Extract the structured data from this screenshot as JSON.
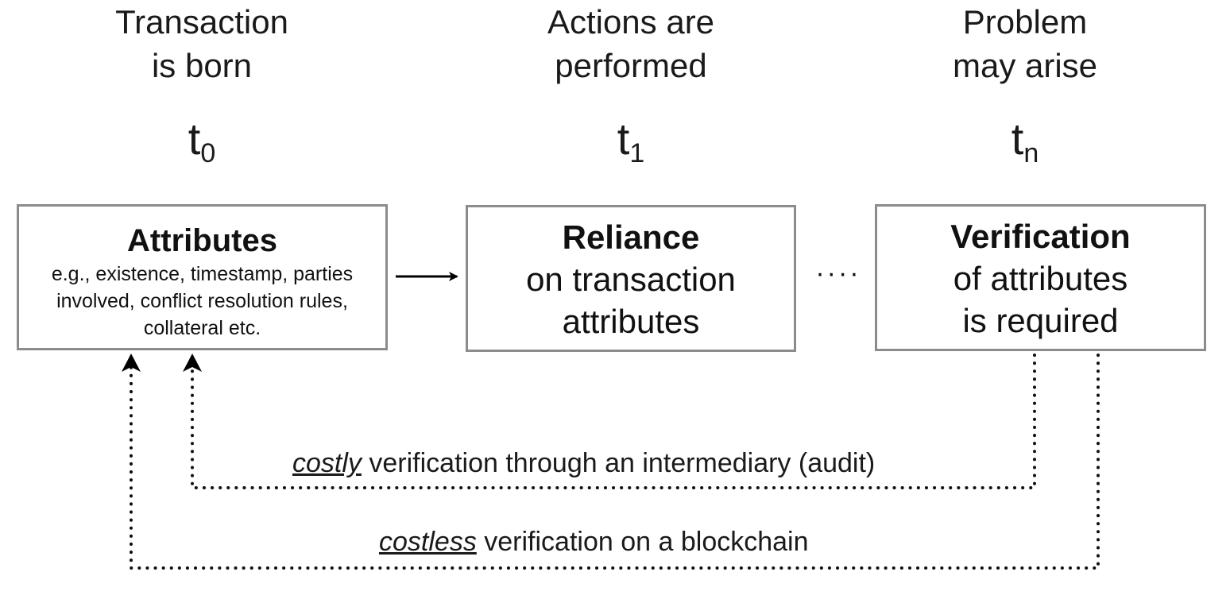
{
  "stages": [
    {
      "heading": [
        "Transaction",
        "is born"
      ],
      "time": {
        "base": "t",
        "sub": "0"
      }
    },
    {
      "heading": [
        "Actions are",
        "performed"
      ],
      "time": {
        "base": "t",
        "sub": "1"
      }
    },
    {
      "heading": [
        "Problem",
        "may arise"
      ],
      "time": {
        "base": "t",
        "sub": "n"
      }
    }
  ],
  "boxes": {
    "attributes": {
      "title": "Attributes",
      "lines": [
        "e.g., existence, timestamp, parties",
        "involved, conflict resolution rules,",
        "collateral etc."
      ]
    },
    "reliance": {
      "title": "Reliance",
      "lines": [
        "on transaction",
        "attributes"
      ]
    },
    "verification": {
      "title": "Verification",
      "lines": [
        "of attributes",
        "is required"
      ]
    }
  },
  "ellipsis": "····",
  "paths": {
    "costly": {
      "emphasis": "costly",
      "text": " verification through an intermediary (audit)"
    },
    "costless": {
      "emphasis": "costless",
      "text": " verification on a blockchain"
    }
  },
  "colors": {
    "box_border": "#8c8c8c",
    "text": "#111111",
    "arrow": "#000000"
  }
}
